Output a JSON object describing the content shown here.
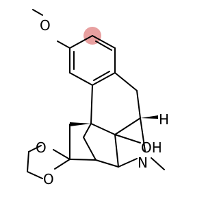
{
  "molecule": {
    "atoms": {
      "methoxy_oxygen": "O",
      "ketal_oxygen_upper": "O",
      "ketal_oxygen_lower": "O",
      "nitrogen": "N",
      "hydroxyl": "OH",
      "stereo_hydrogen": "H"
    },
    "highlight_color": "#e8a0a0",
    "bond_color": "#000000",
    "label_color": "#000000"
  }
}
